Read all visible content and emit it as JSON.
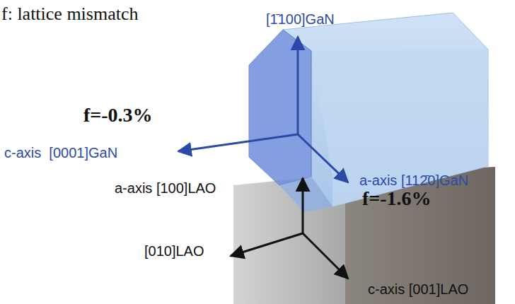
{
  "diagram": {
    "title": "f: lattice mismatch",
    "labels": [
      "[1̄100]GaN",
      "f=-0.3%",
      "c-axis  [0001]GaN",
      "a-axis [112̄0]GaN",
      "a-axis [100]LAO",
      "f=-1.6%",
      "[010]LAO",
      "c-axis [001]LAO"
    ]
  }
}
